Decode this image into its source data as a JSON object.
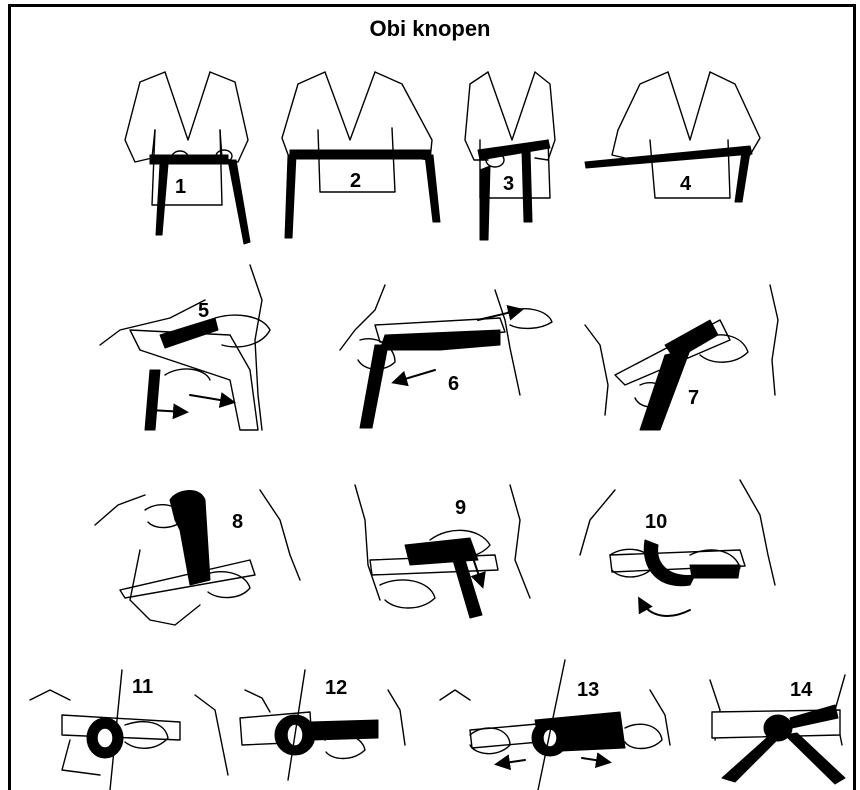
{
  "title": "Obi knopen",
  "steps": [
    {
      "number": "1"
    },
    {
      "number": "2"
    },
    {
      "number": "3"
    },
    {
      "number": "4"
    },
    {
      "number": "5"
    },
    {
      "number": "6"
    },
    {
      "number": "7"
    },
    {
      "number": "8"
    },
    {
      "number": "9"
    },
    {
      "number": "10"
    },
    {
      "number": "11"
    },
    {
      "number": "12"
    },
    {
      "number": "13"
    },
    {
      "number": "14"
    }
  ]
}
